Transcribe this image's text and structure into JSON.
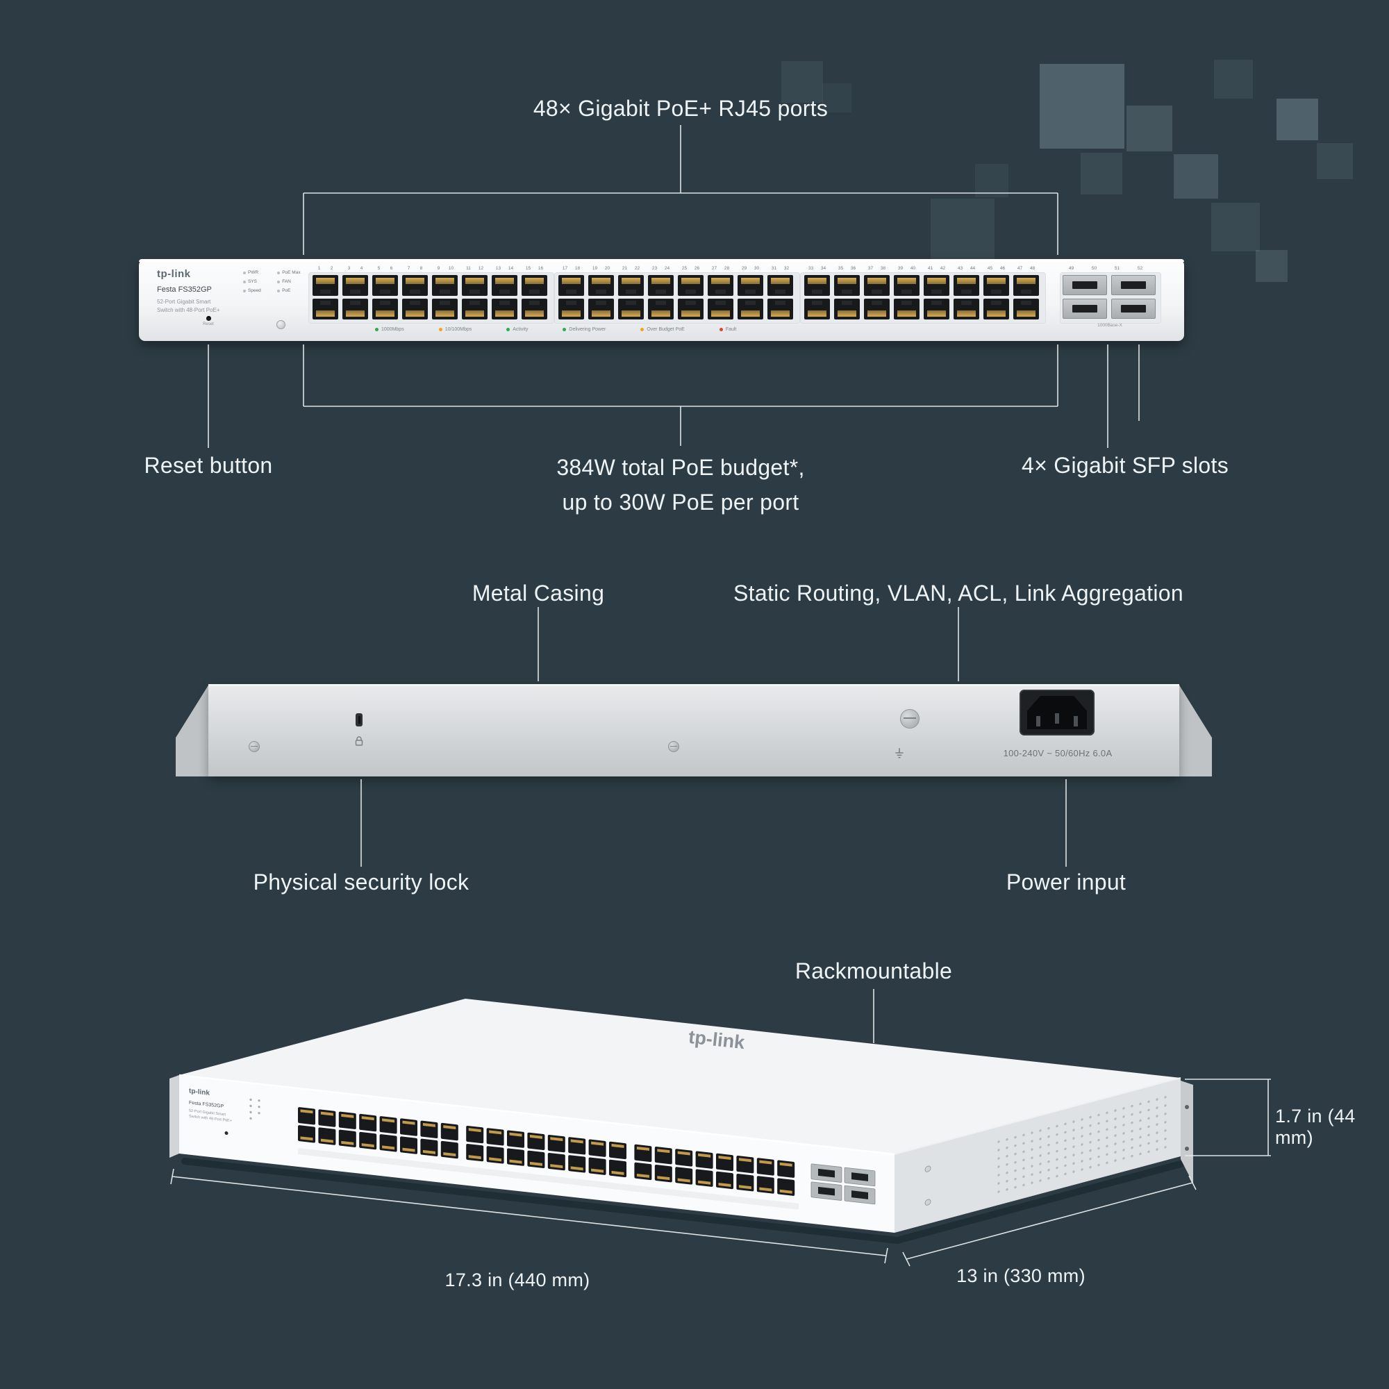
{
  "colors": {
    "background": "#2d3c44",
    "annotation_line": "#e7ecee",
    "annotation_text": "#eef3f5"
  },
  "annotations": {
    "ports_callout": "48× Gigabit PoE+ RJ45 ports",
    "reset_button": "Reset button",
    "poe_budget_line1": "384W total PoE budget*,",
    "poe_budget_line2": "up to 30W PoE per port",
    "sfp_slots": "4× Gigabit SFP slots",
    "metal_casing": "Metal Casing",
    "features": "Static Routing, VLAN, ACL, Link Aggregation",
    "security_lock": "Physical security lock",
    "power_input": "Power input",
    "rackmountable": "Rackmountable",
    "dim_height": "1.7 in (44 mm)",
    "dim_width": "17.3 in (440 mm)",
    "dim_depth": "13 in (330 mm)"
  },
  "front_panel": {
    "brand": "tp-link",
    "model": "Festa FS352GP",
    "desc_line1": "52-Port Gigabit Smart",
    "desc_line2": "Switch with 48-Port PoE+",
    "reset_label": "Reset",
    "led_labels": [
      "PWR",
      "PoE Max",
      "SYS",
      "FAN",
      "Speed",
      "PoE"
    ],
    "rj45_count": 48,
    "sfp_count": 4,
    "sfp_caption": "1000Base-X",
    "legend": [
      {
        "label": "1000Mbps",
        "color": "#2fa84f"
      },
      {
        "label": "10/100Mbps",
        "color": "#f0a519"
      },
      {
        "label": "Activity",
        "color": "#2fa84f"
      },
      {
        "label": "Delivering Power",
        "color": "#2fa84f"
      },
      {
        "label": "Over Budget PoE",
        "color": "#f0a519"
      },
      {
        "label": "Fault",
        "color": "#e0452f"
      }
    ]
  },
  "back_panel": {
    "power_rating": "100-240V ~ 50/60Hz  6.0A"
  }
}
